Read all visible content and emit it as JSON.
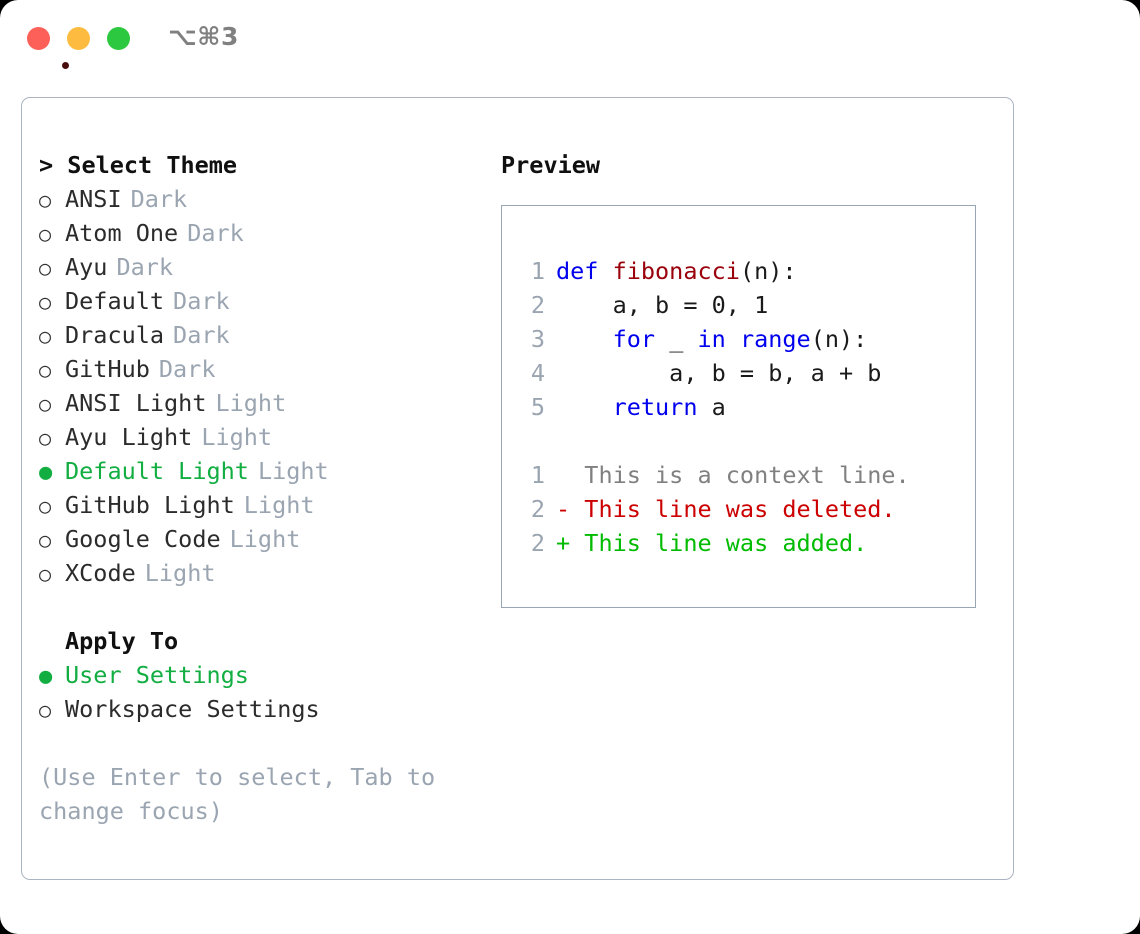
{
  "window": {
    "title": "⌥⌘3",
    "traffic_lights": [
      "close",
      "minimize",
      "maximize"
    ]
  },
  "theme_section": {
    "header": "> Select Theme",
    "options": [
      {
        "bullet": "○",
        "label": "ANSI",
        "category": "Dark",
        "selected": false
      },
      {
        "bullet": "○",
        "label": "Atom One",
        "category": "Dark",
        "selected": false
      },
      {
        "bullet": "○",
        "label": "Ayu",
        "category": "Dark",
        "selected": false
      },
      {
        "bullet": "○",
        "label": "Default",
        "category": "Dark",
        "selected": false
      },
      {
        "bullet": "○",
        "label": "Dracula",
        "category": "Dark",
        "selected": false
      },
      {
        "bullet": "○",
        "label": "GitHub",
        "category": "Dark",
        "selected": false
      },
      {
        "bullet": "○",
        "label": "ANSI Light",
        "category": "Light",
        "selected": false
      },
      {
        "bullet": "○",
        "label": "Ayu Light",
        "category": "Light",
        "selected": false
      },
      {
        "bullet": "●",
        "label": "Default Light",
        "category": "Light",
        "selected": true
      },
      {
        "bullet": "○",
        "label": "GitHub Light",
        "category": "Light",
        "selected": false
      },
      {
        "bullet": "○",
        "label": "Google Code",
        "category": "Light",
        "selected": false
      },
      {
        "bullet": "○",
        "label": "XCode",
        "category": "Light",
        "selected": false
      }
    ]
  },
  "apply_section": {
    "header": "Apply To",
    "options": [
      {
        "bullet": "●",
        "label": "User Settings",
        "selected": true
      },
      {
        "bullet": "○",
        "label": "Workspace Settings",
        "selected": false
      }
    ]
  },
  "hint": "(Use Enter to select, Tab to change focus)",
  "preview": {
    "title": "Preview",
    "code_lines": [
      {
        "number": "1",
        "tokens": [
          {
            "text": "def ",
            "type": "kw"
          },
          {
            "text": "fibonacci",
            "type": "fn"
          },
          {
            "text": "(n):",
            "type": "plain"
          }
        ]
      },
      {
        "number": "2",
        "tokens": [
          {
            "text": "    a, b = 0, 1",
            "type": "plain"
          }
        ]
      },
      {
        "number": "3",
        "tokens": [
          {
            "text": "    ",
            "type": "plain"
          },
          {
            "text": "for",
            "type": "kw"
          },
          {
            "text": " _ ",
            "type": "plain"
          },
          {
            "text": "in",
            "type": "kw"
          },
          {
            "text": " ",
            "type": "plain"
          },
          {
            "text": "range",
            "type": "kw"
          },
          {
            "text": "(n):",
            "type": "plain"
          }
        ]
      },
      {
        "number": "4",
        "tokens": [
          {
            "text": "        a, b = b, a + b",
            "type": "plain"
          }
        ]
      },
      {
        "number": "5",
        "tokens": [
          {
            "text": "    ",
            "type": "plain"
          },
          {
            "text": "return",
            "type": "kw"
          },
          {
            "text": " a",
            "type": "plain"
          }
        ]
      }
    ],
    "diff_lines": [
      {
        "number": "1",
        "tokens": [
          {
            "text": "  This is a context line.",
            "type": "ctx"
          }
        ]
      },
      {
        "number": "2",
        "tokens": [
          {
            "text": "- This line was deleted.",
            "type": "del"
          }
        ]
      },
      {
        "number": "2",
        "tokens": [
          {
            "text": "+ This line was added.",
            "type": "add"
          }
        ]
      }
    ]
  },
  "colors": {
    "selected_green": "#12ae41",
    "muted_gray": "#9aa5b1",
    "keyword_blue": "#0000ee",
    "function_red": "#99000b",
    "diff_deleted": "#cc0000",
    "diff_added": "#00bb00",
    "panel_border": "#aab4c3",
    "traffic_close": "#fc6058",
    "traffic_min": "#fdbc40",
    "traffic_max": "#2bc840"
  }
}
